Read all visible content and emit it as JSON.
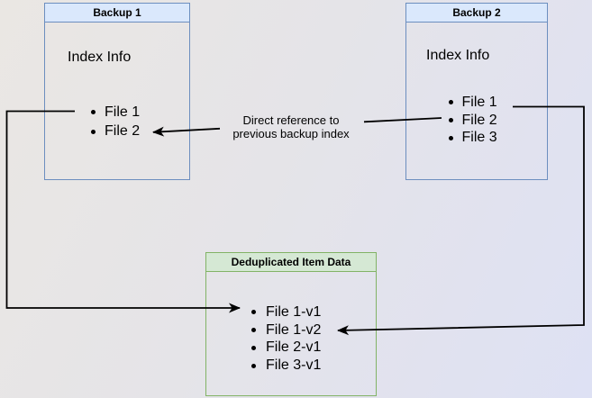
{
  "diagram": {
    "backup1": {
      "title": "Backup 1",
      "section_label": "Index Info",
      "files": [
        "File 1",
        "File 2"
      ]
    },
    "backup2": {
      "title": "Backup 2",
      "section_label": "Index Info",
      "files": [
        "File 1",
        "File 2",
        "File 3"
      ]
    },
    "dedup": {
      "title": "Deduplicated Item Data",
      "files": [
        "File 1-v1",
        "File 1-v2",
        "File 2-v1",
        "File 3-v1"
      ]
    },
    "annotation": {
      "line1": "Direct reference to",
      "line2": "previous backup index"
    },
    "colors": {
      "backup_header_fill": "#dae8fc",
      "backup_border": "#6c8ebf",
      "dedup_header_fill": "#d5e8d4",
      "dedup_border": "#82b366",
      "arrow": "#000000",
      "background_from": "#eae7e3",
      "background_to": "#dee1f4"
    }
  }
}
